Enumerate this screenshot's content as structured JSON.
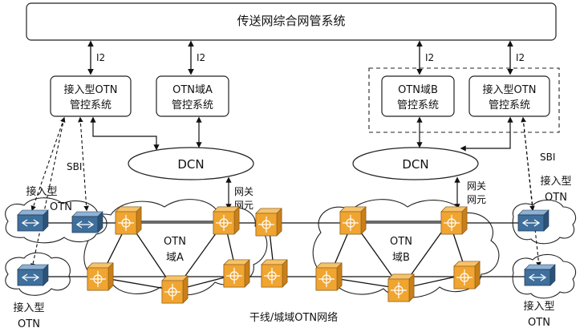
{
  "top_system": "传送网综合网管系统",
  "interface_label": "I2",
  "controllers": {
    "access_left": [
      "接入型OTN",
      "管控系统"
    ],
    "otn_a": [
      "OTN域A",
      "管控系统"
    ],
    "otn_b": [
      "OTN域B",
      "管控系统"
    ],
    "access_right": [
      "接入型OTN",
      "管控系统"
    ]
  },
  "dcn_label": "DCN",
  "sbi_label": "SBI",
  "gateway_label": [
    "网关",
    "网元"
  ],
  "domain_a": [
    "OTN",
    "域A"
  ],
  "domain_b": [
    "OTN",
    "域B"
  ],
  "access_otn": [
    "接入型",
    "OTN"
  ],
  "backbone_caption": "干线/城域OTN网络",
  "colors": {
    "otn_node": "#f0a531",
    "access_switch": "#3f6f9c",
    "line": "#111111"
  }
}
